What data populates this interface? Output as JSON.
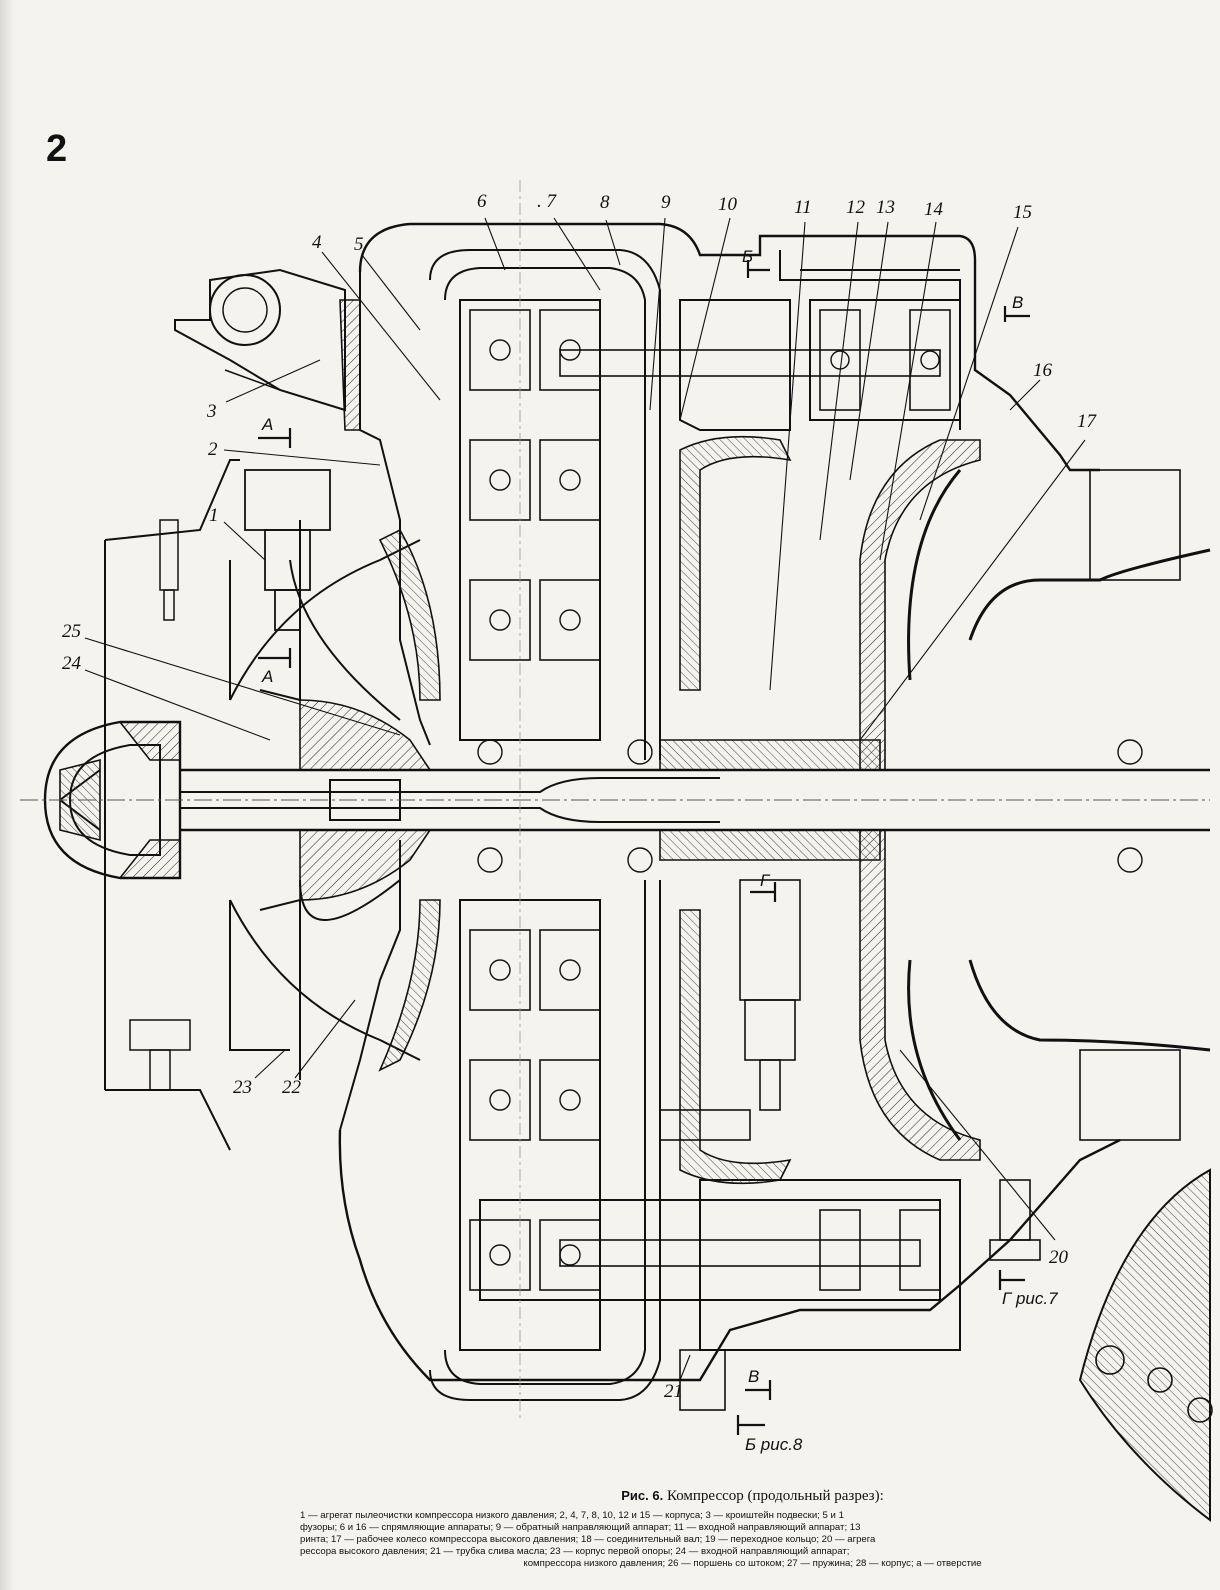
{
  "page": {
    "number": "2"
  },
  "callouts": [
    "1",
    "2",
    "3",
    "4",
    "5",
    "6",
    ". 7",
    "8",
    "9",
    "10",
    "11",
    "12",
    "13",
    "14",
    "15",
    "16",
    "17",
    "20",
    "21",
    "22",
    "23",
    "24",
    "25"
  ],
  "section_marks": [
    "А",
    "А",
    "Б",
    "В",
    "Г",
    "В",
    "Г рис.7",
    "Б рис.8"
  ],
  "caption": {
    "title_bold": "Рис. 6.",
    "title_text": "Компрессор (продольный разрез):",
    "lines": [
      "1 — агрегат пылеочистки компрессора низкого давления; 2, 4, 7, 8, 10, 12 и 15 — корпуса; 3 — кроиштейн подвески; 5 и 1",
      "фузоры; 6 и 16 — спрямляющие аппараты; 9 — обратный направляющий аппарат; 11 — входной направляющий аппарат; 13",
      "ринта; 17 — рабочее колесо компрессора высокого давления; 18 — соединительный вал; 19 — переходное кольцо; 20 — агрега",
      "рессора высокого давления; 21 — трубка слива масла; 23 — корпус первой опоры; 24 — входной направляющий аппарат;",
      "компрессора низкого давления; 26 — поршень со штоком; 27 — пружина; 28 — корпус; а — отверстие"
    ]
  }
}
